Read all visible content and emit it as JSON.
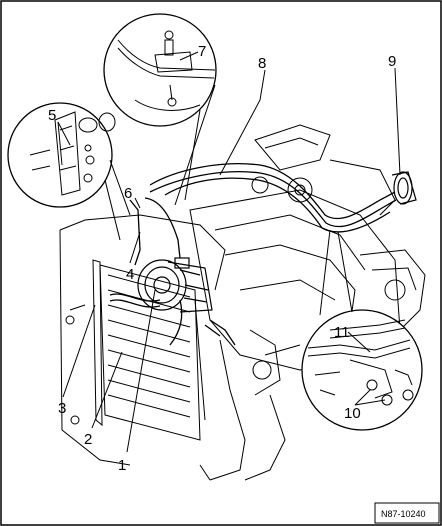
{
  "callouts": [
    {
      "id": "1",
      "label": "1"
    },
    {
      "id": "2",
      "label": "2"
    },
    {
      "id": "3",
      "label": "3"
    },
    {
      "id": "4",
      "label": "4"
    },
    {
      "id": "5",
      "label": "5"
    },
    {
      "id": "6",
      "label": "6"
    },
    {
      "id": "7",
      "label": "7"
    },
    {
      "id": "8",
      "label": "8"
    },
    {
      "id": "9",
      "label": "9"
    },
    {
      "id": "10",
      "label": "10"
    },
    {
      "id": "11",
      "label": "11"
    }
  ],
  "reference_code": "N87-10240",
  "colors": {
    "line": "#000000",
    "background": "#ffffff",
    "detail_fill": "#f4f4f4"
  }
}
